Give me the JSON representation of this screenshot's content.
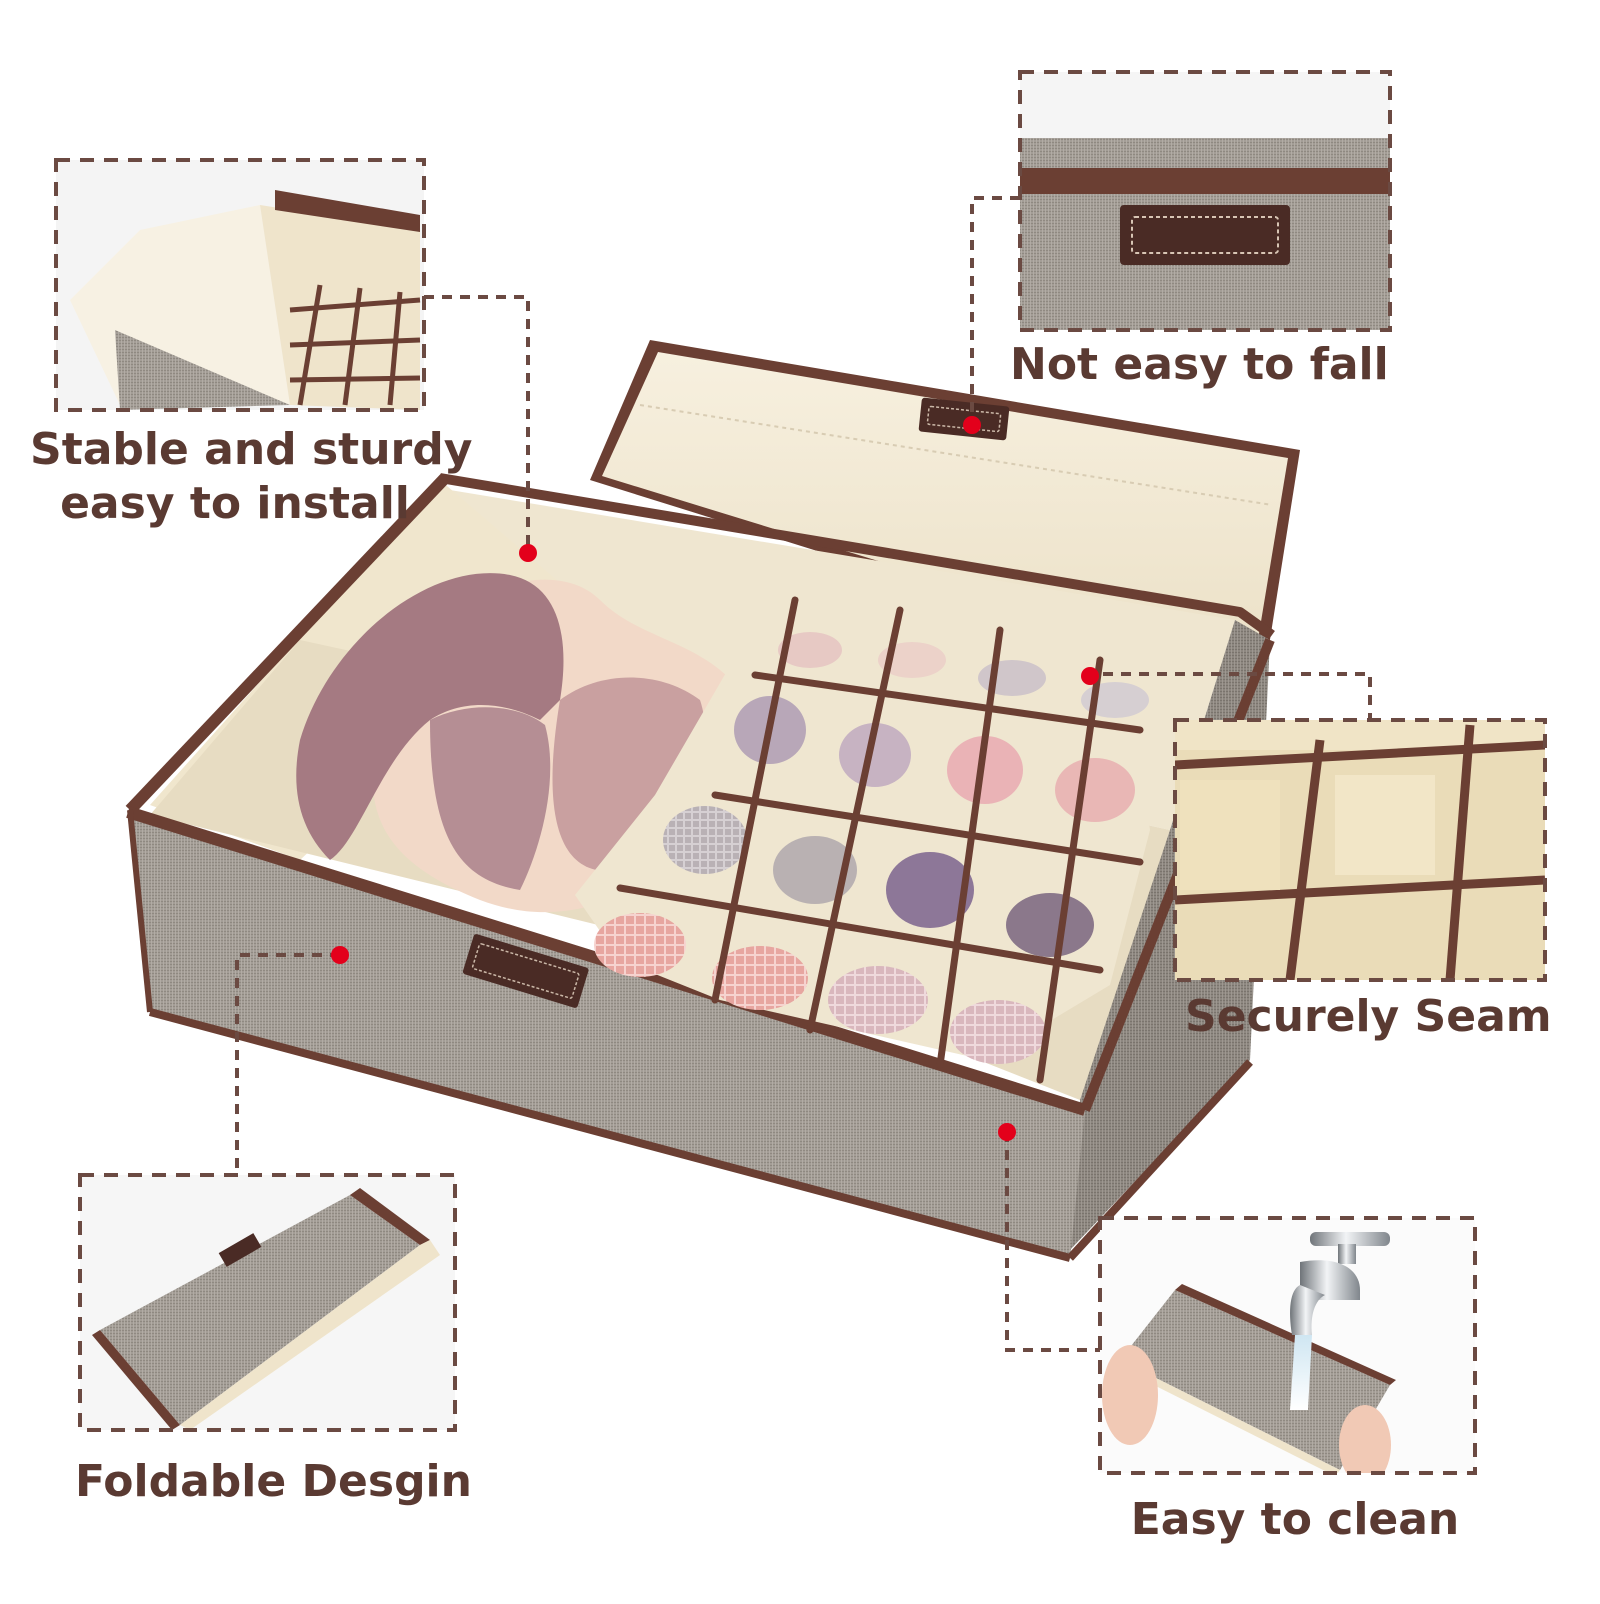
{
  "colors": {
    "brand_brown": "#5a3a32",
    "trim_brown": "#6b3f33",
    "linen_gray": "#a09a93",
    "cream": "#f3ead6",
    "callout_dot": "#e3001b",
    "dashed_line": "#6b4a42"
  },
  "features": [
    {
      "key": "stable",
      "line1": "Stable and sturdy",
      "line2": "easy to install"
    },
    {
      "key": "fall",
      "label": "Not easy to fall"
    },
    {
      "key": "seam",
      "label": "Securely Seam"
    },
    {
      "key": "fold",
      "label": "Foldable Desgin"
    },
    {
      "key": "clean",
      "label": "Easy to clean"
    }
  ],
  "icons": {
    "faucet": "faucet-icon",
    "water": "water-drop-icon"
  }
}
